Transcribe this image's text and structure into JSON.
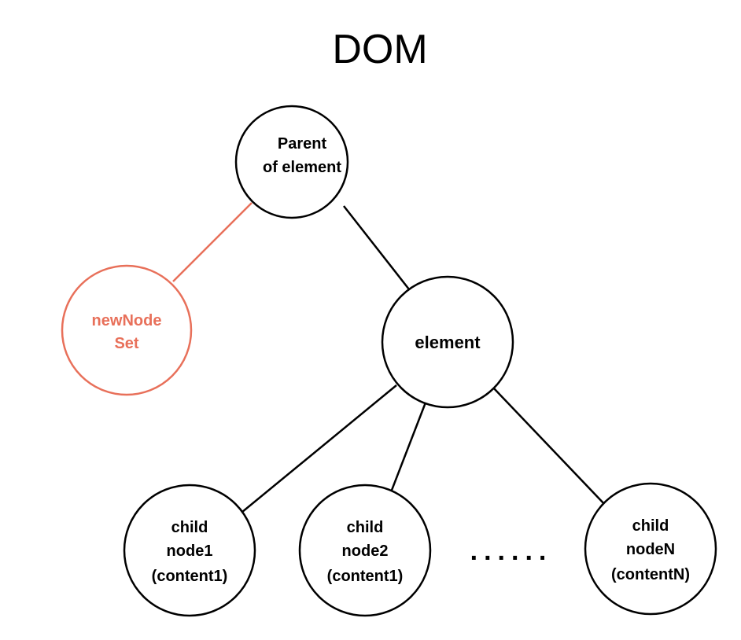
{
  "title": "DOM",
  "colors": {
    "stroke": "#000000",
    "highlight": "#E8705A",
    "background": "#FFFFFF"
  },
  "nodes": {
    "parent": {
      "line1": "Parent",
      "line2": "of element"
    },
    "new_node": {
      "line1": "newNode",
      "line2": "Set"
    },
    "element": {
      "label": "element"
    },
    "child1": {
      "line1": "child",
      "line2": "node1",
      "line3": "(content1)"
    },
    "child2": {
      "line1": "child",
      "line2": "node2",
      "line3": "(content1)"
    },
    "childN": {
      "line1": "child",
      "line2": "nodeN",
      "line3": "(contentN)"
    }
  },
  "ellipsis": "......"
}
